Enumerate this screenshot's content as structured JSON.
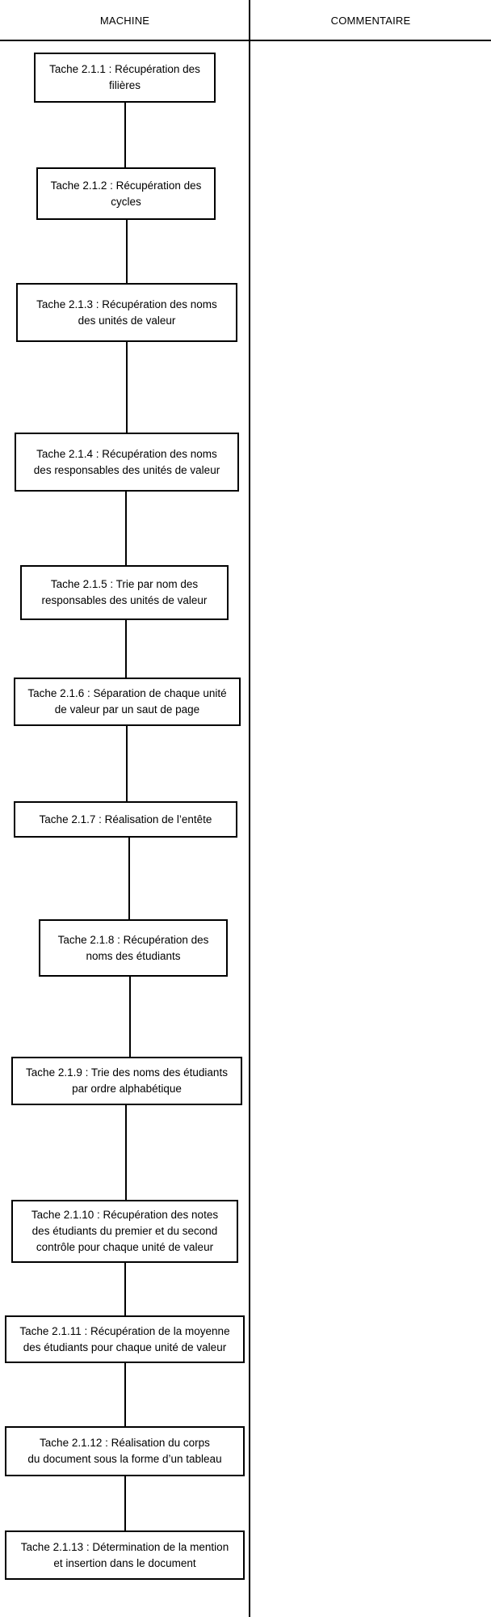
{
  "columns": {
    "machine": "MACHINE",
    "comment": "COMMENTAIRE"
  },
  "tasks": [
    "Tache 2.1.1 : Récupération des\nfilières",
    "Tache 2.1.2 : Récupération des\ncycles",
    "Tache 2.1.3 : Récupération des noms\ndes unités de valeur",
    "Tache 2.1.4 : Récupération des noms\ndes responsables des unités de valeur",
    "Tache 2.1.5 : Trie par nom des\nresponsables des unités de valeur",
    "Tache 2.1.6 : Séparation de chaque unité\nde valeur par un saut de page",
    "Tache 2.1.7 : Réalisation de l’entête",
    "Tache 2.1.8 : Récupération des\nnoms des étudiants",
    "Tache 2.1.9 : Trie des noms des étudiants\npar ordre alphabétique",
    "Tache 2.1.10 : Récupération des notes\ndes étudiants du premier et du second\ncontrôle pour chaque unité de valeur",
    "Tache 2.1.11 : Récupération de la moyenne\ndes étudiants pour chaque unité de valeur",
    "Tache 2.1.12 : Réalisation du corps\ndu document sous la forme d’un tableau",
    "Tache 2.1.13 : Détermination de la mention\net insertion dans le document"
  ]
}
